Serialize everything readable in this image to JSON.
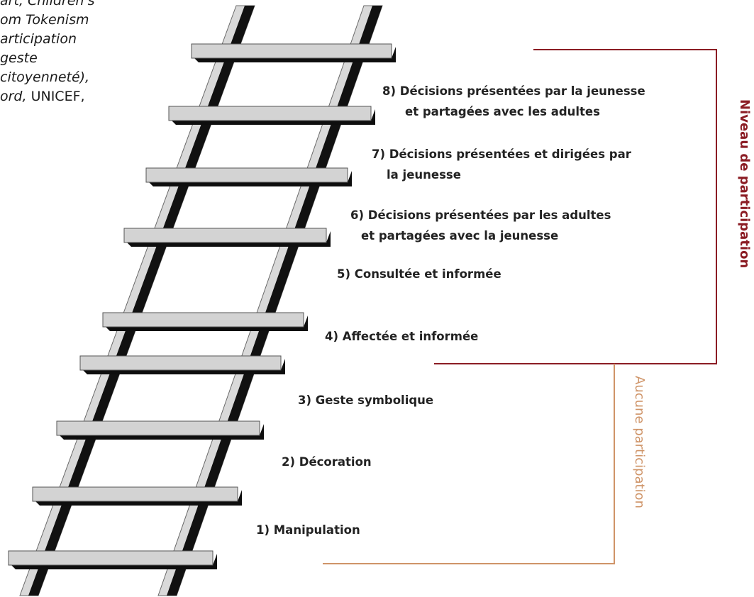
{
  "citation": {
    "lines": [
      {
        "pre": "",
        "em": "art, Children's",
        "post": ""
      },
      {
        "pre": "",
        "em": "om Tokenism",
        "post": ""
      },
      {
        "pre": "",
        "em": "articipation",
        "post": ""
      },
      {
        "pre": "",
        "em": "geste",
        "post": ""
      },
      {
        "pre": "",
        "em": "citoyenneté),",
        "post": ""
      },
      {
        "pre": "",
        "em": "ord,",
        "post": " UNICEF,"
      }
    ]
  },
  "steps": [
    {
      "line1": "8) Décisions présentées par la jeunesse",
      "line2": "et partagées avec les adultes"
    },
    {
      "line1": "7) Décisions présentées et dirigées par",
      "line2": "la jeunesse"
    },
    {
      "line1": "6) Décisions présentées par les adultes",
      "line2": "et partagées avec la jeunesse"
    },
    {
      "line1": "5) Consultée et informée",
      "line2": ""
    },
    {
      "line1": "4) Affectée et informée",
      "line2": ""
    },
    {
      "line1": "3) Geste symbolique",
      "line2": ""
    },
    {
      "line1": "2) Décoration",
      "line2": ""
    },
    {
      "line1": "1) Manipulation",
      "line2": ""
    }
  ],
  "brackets": {
    "participation": {
      "label": "Niveau de participation",
      "color": "#8b1c24"
    },
    "no_participation": {
      "label": "Aucune participation",
      "color": "#cf9468"
    }
  },
  "colors": {
    "rail_dark": "#111111",
    "rail_light": "#d9d9d9",
    "rung_fill": "#d3d3d3",
    "rung_shadow": "#0e0e0e",
    "text": "#222222"
  }
}
